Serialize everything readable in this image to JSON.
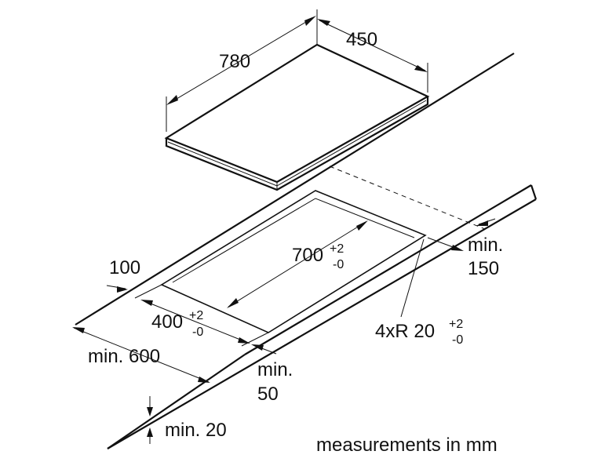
{
  "hob": {
    "width_label": "780",
    "depth_label": "450"
  },
  "cutout": {
    "width_main": "700",
    "width_plus": "+2",
    "width_minus": "-0",
    "depth_main": "400",
    "depth_plus": "+2",
    "depth_minus": "-0",
    "radius_main": "4xR 20",
    "radius_plus": "+2",
    "radius_minus": "-0"
  },
  "clearances": {
    "front_edge": "100",
    "worktop_depth_line1": "min. 600",
    "back_edge_line1": "min.",
    "back_edge_line2": "50",
    "side_line1": "min.",
    "side_line2": "150",
    "thickness": "min. 20"
  },
  "footer": {
    "units_note": "measurements in mm"
  }
}
